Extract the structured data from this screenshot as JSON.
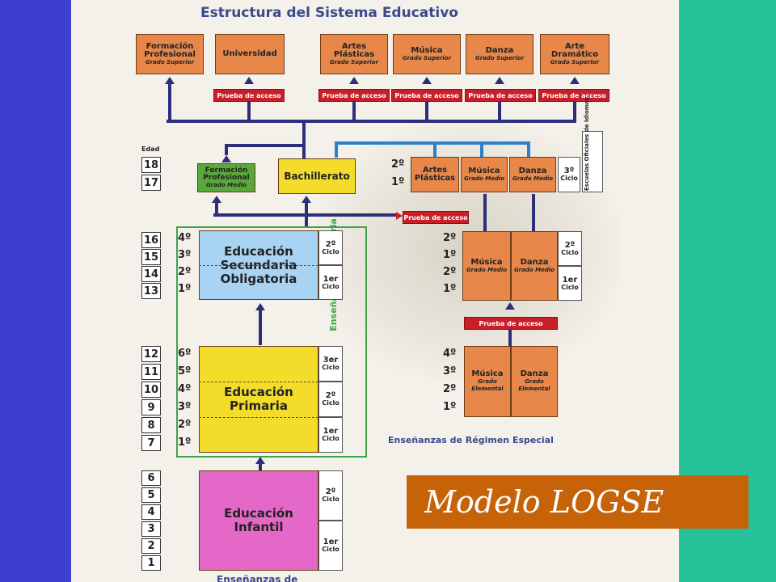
{
  "title": "Estructura del Sistema Educativo",
  "top_boxes": [
    {
      "line1": "Formación",
      "line2": "Profesional",
      "sub": "Grado Superior"
    },
    {
      "line1": "Universidad",
      "line2": "",
      "sub": ""
    },
    {
      "line1": "Artes",
      "line2": "Plásticas",
      "sub": "Grado Superior"
    },
    {
      "line1": "Música",
      "line2": "",
      "sub": "Grado Superior"
    },
    {
      "line1": "Danza",
      "line2": "",
      "sub": "Grado Superior"
    },
    {
      "line1": "Arte",
      "line2": "Dramático",
      "sub": "Grado Superior"
    }
  ],
  "access_label": "Prueba de acceso",
  "edad_label": "Edad",
  "ages": [
    "18",
    "17",
    "16",
    "15",
    "14",
    "13",
    "12",
    "11",
    "10",
    "9",
    "8",
    "7",
    "6",
    "5",
    "4",
    "3",
    "2",
    "1"
  ],
  "fp_medio": {
    "line1": "Formación",
    "line2": "Profesional",
    "sub": "Grado Medio"
  },
  "bachillerato": "Bachillerato",
  "grades_bach": [
    "2º",
    "1º"
  ],
  "artes_medio": {
    "line1": "Artes",
    "line2": "Plásticas"
  },
  "musica_medio": {
    "line1": "Música",
    "sub": "Grado Medio"
  },
  "danza_medio": {
    "line1": "Danza",
    "sub": "Grado Medio"
  },
  "tercer_ciclo": {
    "n": "3º",
    "label": "Ciclo"
  },
  "escuelas_idiomas": "Escuelas Oficiales de Idiomas",
  "eso": {
    "line1": "Educación",
    "line2": "Secundaria",
    "line3": "Obligatoria"
  },
  "grades_eso": [
    "4º",
    "3º",
    "2º",
    "1º"
  ],
  "ciclos_eso": [
    {
      "n": "2º",
      "label": "Ciclo"
    },
    {
      "n": "1er",
      "label": "Ciclo"
    }
  ],
  "ense_oblig": "Enseñanza Obligatoria",
  "primaria": {
    "line1": "Educación",
    "line2": "Primaria"
  },
  "grades_primaria": [
    "6º",
    "5º",
    "4º",
    "3º",
    "2º",
    "1º"
  ],
  "ciclos_primaria": [
    {
      "n": "3er",
      "label": "Ciclo"
    },
    {
      "n": "2º",
      "label": "Ciclo"
    },
    {
      "n": "1er",
      "label": "Ciclo"
    }
  ],
  "infantil": {
    "line1": "Educación",
    "line2": "Infantil"
  },
  "ciclos_infantil": [
    {
      "n": "2º",
      "label": "Ciclo"
    },
    {
      "n": "1er",
      "label": "Ciclo"
    }
  ],
  "musica_elemental": {
    "line1": "Música",
    "sub1": "Grado",
    "sub2": "Elemental"
  },
  "danza_elemental": {
    "line1": "Danza",
    "sub1": "Grado",
    "sub2": "Elemental"
  },
  "especial_label": "Enseñanzas de Régimen Especial",
  "footer_cut": "Enseñanzas de",
  "overlay_label": "Modelo LOGSE",
  "colors": {
    "left_band": "#3d3fd0",
    "right_band": "#26c29a",
    "orange": "#e8874a",
    "blue": "#a9d3f2",
    "yellow": "#f3dc2a",
    "pink": "#e468c7",
    "green": "#5aa83c",
    "access_red": "#c8202a",
    "overlay": "#c66309"
  }
}
